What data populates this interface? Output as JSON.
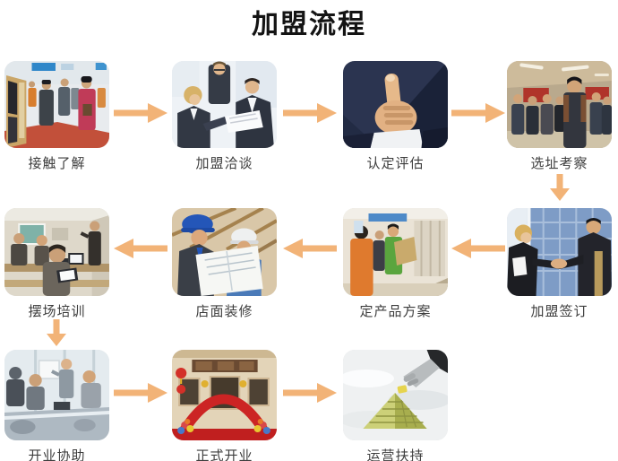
{
  "title": "加盟流程",
  "theme": {
    "arrow_color": "#F2B377",
    "title_color": "#141414",
    "label_color": "#3d3d3d",
    "background": "#ffffff"
  },
  "steps": [
    {
      "id": 1,
      "label": "接触了解",
      "photo_alt": "crowd-visiting-exhibition-booth"
    },
    {
      "id": 2,
      "label": "加盟洽谈",
      "photo_alt": "business-people-discussing-documents"
    },
    {
      "id": 3,
      "label": "认定评估",
      "photo_alt": "thumbs-up-approval"
    },
    {
      "id": 4,
      "label": "选址考察",
      "photo_alt": "group-inspecting-indoor-site"
    },
    {
      "id": 5,
      "label": "加盟签订",
      "photo_alt": "handshake-in-front-of-office-building"
    },
    {
      "id": 6,
      "label": "定产品方案",
      "photo_alt": "customers-choosing-products-in-showroom"
    },
    {
      "id": 7,
      "label": "店面装修",
      "photo_alt": "workers-with-hard-hats-reading-blueprint"
    },
    {
      "id": 8,
      "label": "摆场培训",
      "photo_alt": "classroom-training-with-laptops"
    },
    {
      "id": 9,
      "label": "开业协助",
      "photo_alt": "meeting-room-applause"
    },
    {
      "id": 10,
      "label": "正式开业",
      "photo_alt": "red-arch-grand-opening-ceremony"
    },
    {
      "id": 11,
      "label": "运营扶持",
      "photo_alt": "hand-placing-block-on-pyramid"
    }
  ],
  "connections": [
    {
      "from": "接触了解",
      "to": "加盟洽谈",
      "direction": "right"
    },
    {
      "from": "加盟洽谈",
      "to": "认定评估",
      "direction": "right"
    },
    {
      "from": "认定评估",
      "to": "选址考察",
      "direction": "right"
    },
    {
      "from": "选址考察",
      "to": "加盟签订",
      "direction": "down"
    },
    {
      "from": "加盟签订",
      "to": "定产品方案",
      "direction": "left"
    },
    {
      "from": "定产品方案",
      "to": "店面装修",
      "direction": "left"
    },
    {
      "from": "店面装修",
      "to": "摆场培训",
      "direction": "left"
    },
    {
      "from": "摆场培训",
      "to": "开业协助",
      "direction": "down"
    },
    {
      "from": "开业协助",
      "to": "正式开业",
      "direction": "right"
    },
    {
      "from": "正式开业",
      "to": "运营扶持",
      "direction": "right"
    }
  ]
}
